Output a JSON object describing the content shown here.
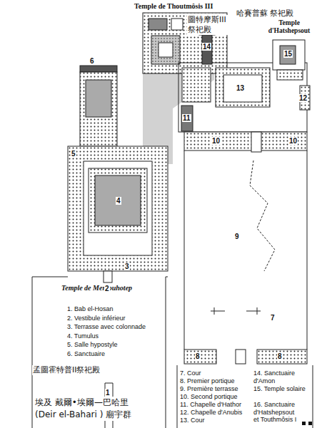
{
  "diagram": {
    "labels": [
      "Temple de Thoutmôsis III",
      "圖特摩斯III 祭祀殿",
      "哈賽普蘇 祭祀殿",
      "Temple d'Hatshepsout",
      "Temple de Mentouhotep",
      "1. Bab el-Hosan",
      "2. Vestibule inférieur",
      "3. Terrasse avec colonnade",
      "4. Tumulus",
      "5. Salle hypostyle",
      "6. Sanctuaire",
      "孟圖霍特普II祭祀殿",
      "埃及 戴爾•埃爾—巴哈里 (Deir el-Bahari ) 廟宇群",
      "7. Cour",
      "8. Premier portique",
      "9. Première terrasse",
      "10. Second portique",
      "11. Chapelle d'Hathor",
      "12. Chapelle d'Anubis",
      "13. Cour",
      "14. Sanctuaire d'Amon",
      "15. Temple solaire",
      "16. Sanctuaire d'Hatshepsout et Touthmôsis I",
      "6",
      "5",
      "4",
      "3",
      "2",
      "1",
      "14",
      "13",
      "15",
      "11",
      "12",
      "10",
      "10",
      "9",
      "8",
      "8",
      "7"
    ]
  }
}
